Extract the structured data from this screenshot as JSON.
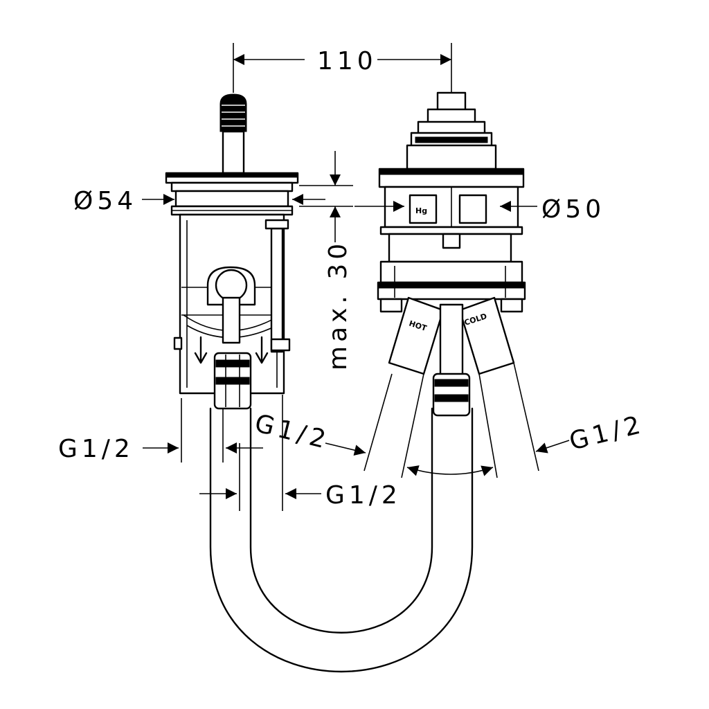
{
  "dimensions": {
    "width_top": "110",
    "diameter_left": "Ø54",
    "diameter_right": "Ø50",
    "height_max": "max. 30",
    "thread_1": "G1/2",
    "thread_2": "G1/2",
    "thread_3": "G1/2",
    "thread_4": "G1/2"
  },
  "part_labels": {
    "hot": "HOT",
    "cold": "COLD",
    "cartridge_mark": "Hg"
  },
  "colors": {
    "line": "#000000",
    "background": "#ffffff"
  }
}
